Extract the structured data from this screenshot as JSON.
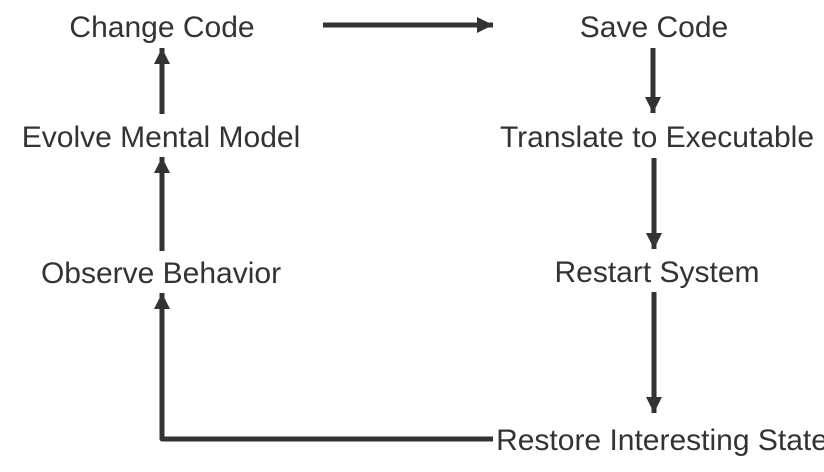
{
  "diagram": {
    "type": "flowchart-cycle",
    "nodes": {
      "change_code": "Change Code",
      "save_code": "Save Code",
      "evolve_mental_model": "Evolve Mental Model",
      "translate_to_executable": "Translate to Executable",
      "observe_behavior": "Observe Behavior",
      "restart_system": "Restart System",
      "restore_interesting_state": "Restore Interesting State"
    },
    "edges": [
      {
        "from": "Change Code",
        "to": "Save Code",
        "shape": "straight-right"
      },
      {
        "from": "Save Code",
        "to": "Translate to Executable",
        "shape": "straight-down"
      },
      {
        "from": "Translate to Executable",
        "to": "Restart System",
        "shape": "straight-down"
      },
      {
        "from": "Restart System",
        "to": "Restore Interesting State",
        "shape": "straight-down"
      },
      {
        "from": "Restore Interesting State",
        "to": "Observe Behavior",
        "shape": "elbow-left-then-up"
      },
      {
        "from": "Observe Behavior",
        "to": "Evolve Mental Model",
        "shape": "straight-up"
      },
      {
        "from": "Evolve Mental Model",
        "to": "Change Code",
        "shape": "straight-up"
      }
    ],
    "colors": {
      "background": "#ffffff",
      "line": "#333333",
      "text": "#333333"
    }
  }
}
